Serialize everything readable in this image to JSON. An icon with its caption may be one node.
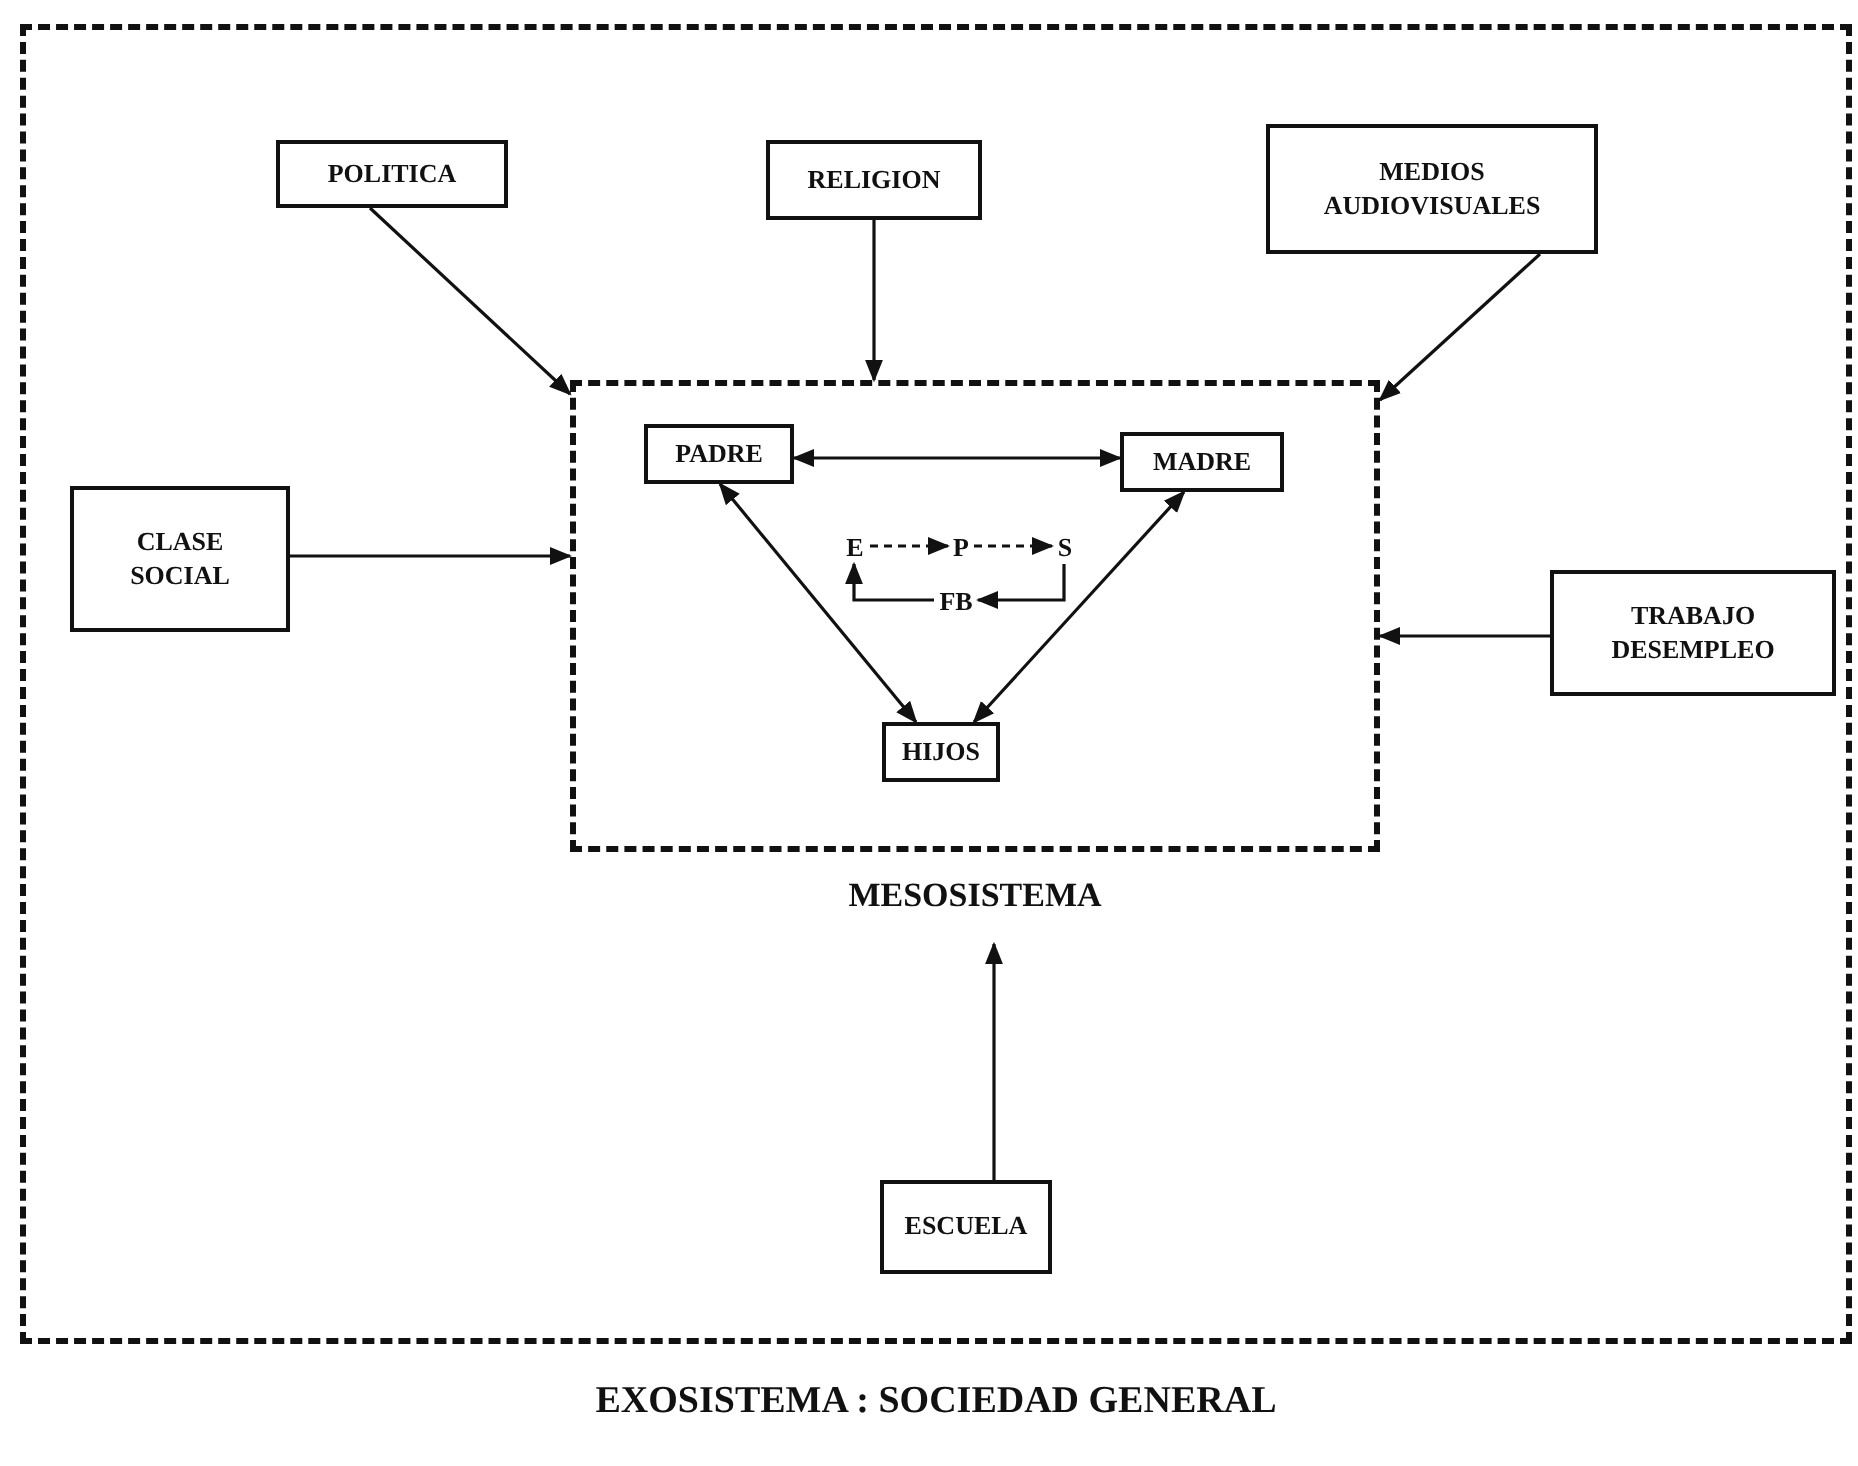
{
  "diagram": {
    "nodes": [
      {
        "text": [
          "EXOSISTEMA : SOCIEDAD GENERAL"
        ]
      },
      {
        "text": [
          "POLITICA"
        ],
        "in": 0
      },
      {
        "text": [
          "RELIGION"
        ],
        "in": 0
      },
      {
        "text": [
          "MEDIOS AUDIOVISUALES"
        ],
        "in": 0
      },
      {
        "text": [
          "CLASE SOCIAL"
        ],
        "in": 0
      },
      {
        "text": [
          "MESOSISTEMA"
        ],
        "in": 0
      },
      {
        "text": [
          "PADRE"
        ],
        "in": 5
      },
      {
        "text": [
          "MADRE"
        ],
        "in": 5
      },
      {
        "text": [
          "E"
        ],
        "in": 5
      },
      {
        "text": [
          "P"
        ],
        "in": 5
      },
      {
        "text": [
          "S"
        ],
        "in": 5
      },
      {
        "text": [
          "FB"
        ],
        "in": 5
      },
      {
        "text": [
          "HIJOS"
        ],
        "in": 5
      },
      {
        "text": [
          "TRABAJO DESEMPLEO"
        ],
        "in": 0
      },
      {
        "text": [
          "ESCUELA"
        ],
        "in": 0
      }
    ],
    "edges": [
      {
        "from": 1,
        "to": 5,
        "arrow": "to"
      },
      {
        "from": 2,
        "to": 5,
        "arrow": "to"
      },
      {
        "from": 3,
        "to": 5,
        "arrow": "to"
      },
      {
        "from": 4,
        "to": 5,
        "arrow": "to"
      },
      {
        "from": 13,
        "to": 5,
        "arrow": "to"
      },
      {
        "from": 14,
        "to": 5,
        "arrow": "to"
      },
      {
        "from": 6,
        "to": 7,
        "arrow": "both"
      },
      {
        "from": 6,
        "to": 12,
        "arrow": "both"
      },
      {
        "from": 7,
        "to": 12,
        "arrow": "both"
      },
      {
        "from": 8,
        "to": 9,
        "arrow": "to",
        "style": "dashed"
      },
      {
        "from": 9,
        "to": 10,
        "arrow": "to",
        "style": "dashed"
      },
      {
        "from": 10,
        "to": 11,
        "arrow": "to"
      },
      {
        "from": 11,
        "to": 8,
        "arrow": "to"
      }
    ]
  }
}
